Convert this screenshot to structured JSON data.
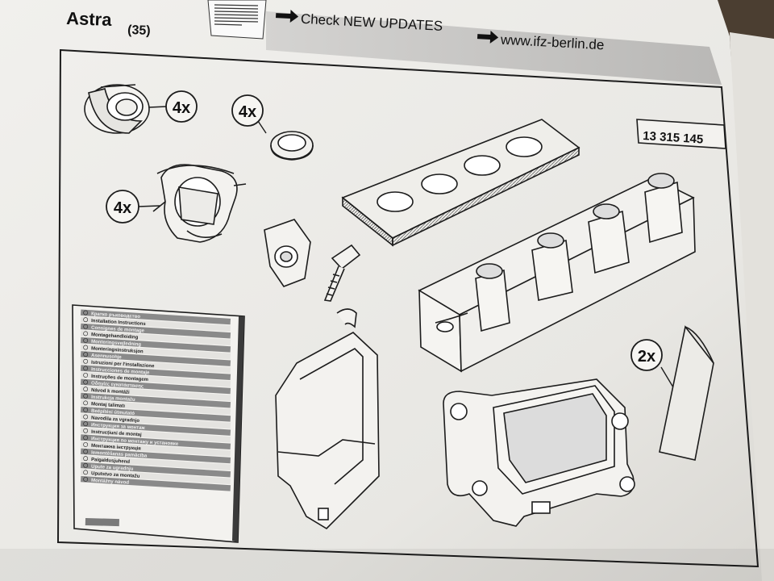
{
  "header": {
    "model": "Astra",
    "model_code": "(35)",
    "updates_text": "Check NEW UPDATES",
    "website": "www.ifz-berlin.de"
  },
  "part_number": "13 315 145",
  "quantity_labels": [
    "4x",
    "4x",
    "4x",
    "2x"
  ],
  "booklet_lines": [
    "Кратко ръководство",
    "Installation Instructions",
    "Consignes de montage",
    "Montagehandleiding",
    "Monteringsvejledning",
    "Monteringsinstruksjon",
    "Asennusohje",
    "Istruzioni per l'installazione",
    "Instrucciones de montaje",
    "Instruções de montagem",
    "Οδηγίες εγκατάστασης",
    "Návod k montáži",
    "Instrukcja montażu",
    "Montaj talimatı",
    "Beépítési útmutató",
    "Navodila za vgradnjo",
    "Инструкция за монтаж",
    "Instrucțiuni de montaj",
    "Инструкция по монтажу и установке",
    "Монтажна інструкція",
    "Iemontēšanas pamācība",
    "Paigaldusjuhend",
    "Upute za ugradnju",
    "Uputstvo za montažu",
    "Montážny návod"
  ],
  "colors": {
    "paper": "#ecebe8",
    "header_bar": "#c7c6c4",
    "line": "#1c1c1c",
    "shadow": "#2b2620"
  }
}
